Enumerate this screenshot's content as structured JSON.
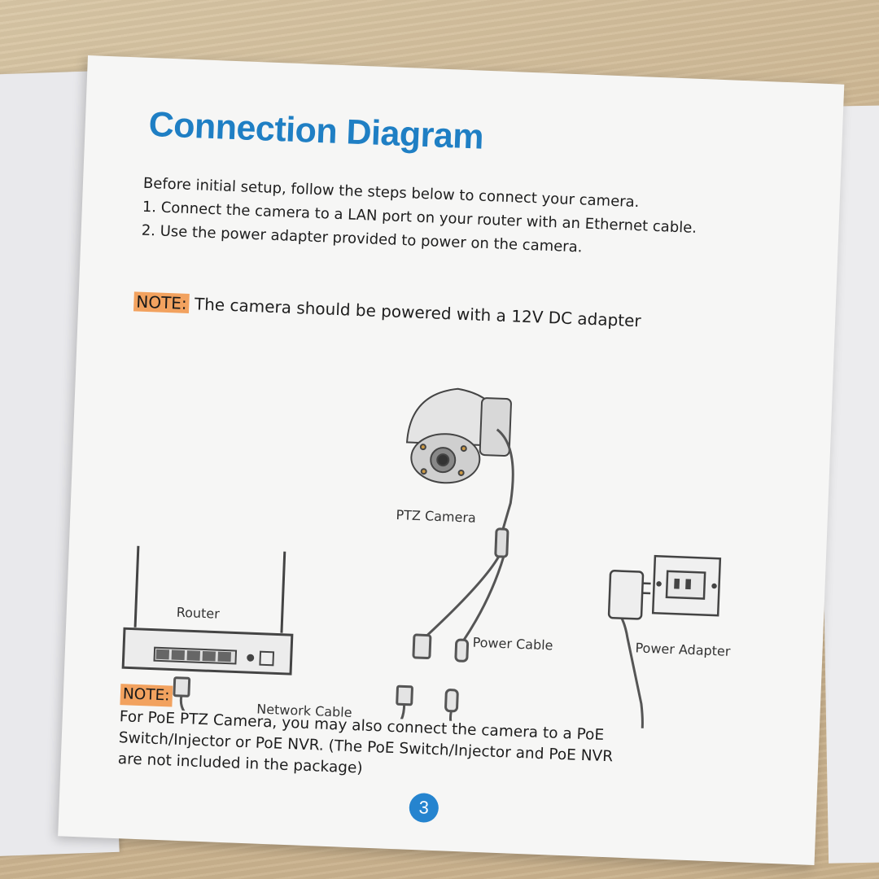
{
  "title": "Connection Diagram",
  "intro": [
    "Before initial setup, follow the steps below to connect your camera.",
    "1. Connect the camera to a LAN port on your router with an Ethernet cable.",
    "2. Use the power adapter provided to power on the camera."
  ],
  "note1": {
    "tag": "NOTE:",
    "text": "The camera should be powered with a 12V DC adapter"
  },
  "diagram": {
    "camera_label": "PTZ Camera",
    "router_label": "Router",
    "power_cable_label": "Power Cable",
    "power_adapter_label": "Power Adapter",
    "network_cable_label": "Network Cable"
  },
  "note2": {
    "tag": "NOTE:",
    "lines": [
      "For PoE PTZ Camera, you may also connect the camera to a PoE",
      "Switch/Injector or PoE NVR. (The PoE Switch/Injector and PoE NVR",
      "are not included in the package)"
    ]
  },
  "page_number": "3",
  "colors": {
    "title": "#1f7fc4",
    "note_highlight": "#f2a25f",
    "page_badge": "#2584cf"
  }
}
